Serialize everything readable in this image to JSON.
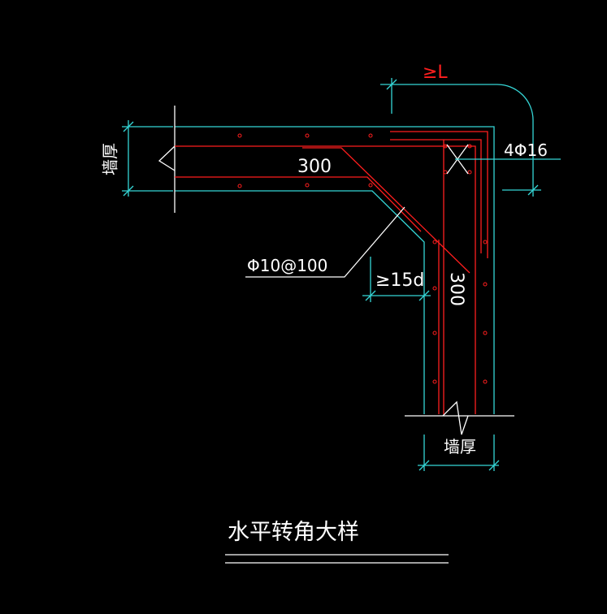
{
  "drawing": {
    "title": "水平转角大样",
    "labels": {
      "wall_thickness_left": "墙厚",
      "wall_thickness_bottom": "墙厚",
      "anchorage_length": "≥L",
      "corner_bars": "4Φ16",
      "stirrup_spec": "Φ10@100",
      "hook_length": "≥15d",
      "dim_horizontal": "300",
      "dim_vertical": "300"
    },
    "colors": {
      "background": "#000000",
      "outline": "#35d6d6",
      "rebar": "#ff1e1e",
      "text": "#ffffff"
    }
  }
}
